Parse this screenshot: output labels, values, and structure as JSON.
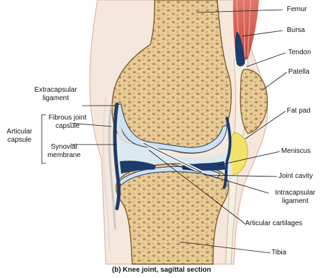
{
  "labels": {
    "femur": "Femur",
    "bursa": "Bursa",
    "tendon": "Tendon",
    "patella": "Patella",
    "fat_pad": "Fat pad",
    "meniscus": "Meniscus",
    "joint_cavity": "Joint cavity",
    "intracapsular_ligament_1": "Intracapsular",
    "intracapsular_ligament_2": "ligament",
    "articular_cartilages": "Articular cartilages",
    "tibia": "Tibia",
    "extracapsular_ligament_1": "Extracapsular",
    "extracapsular_ligament_2": "ligament",
    "fibrous_joint_capsule_1": "Fibrous joint",
    "fibrous_joint_capsule_2": "capsule",
    "articular_capsule_1": "Articular",
    "articular_capsule_2": "capsule",
    "synovial_membrane_1": "Synovial",
    "synovial_membrane_2": "membrane"
  },
  "caption": "(b) Knee joint, sagittal section",
  "colors": {
    "skin": "#f6e7dc",
    "bone": "#e8cc98",
    "bone_pore": "#b98e58",
    "cartilage": "#cfe0f0",
    "cavity": "#d8e8f2",
    "synovial": "#1d3b6b",
    "fat": "#f2e26a",
    "muscle": "#d9574d",
    "tendon": "#f4f0e2"
  }
}
